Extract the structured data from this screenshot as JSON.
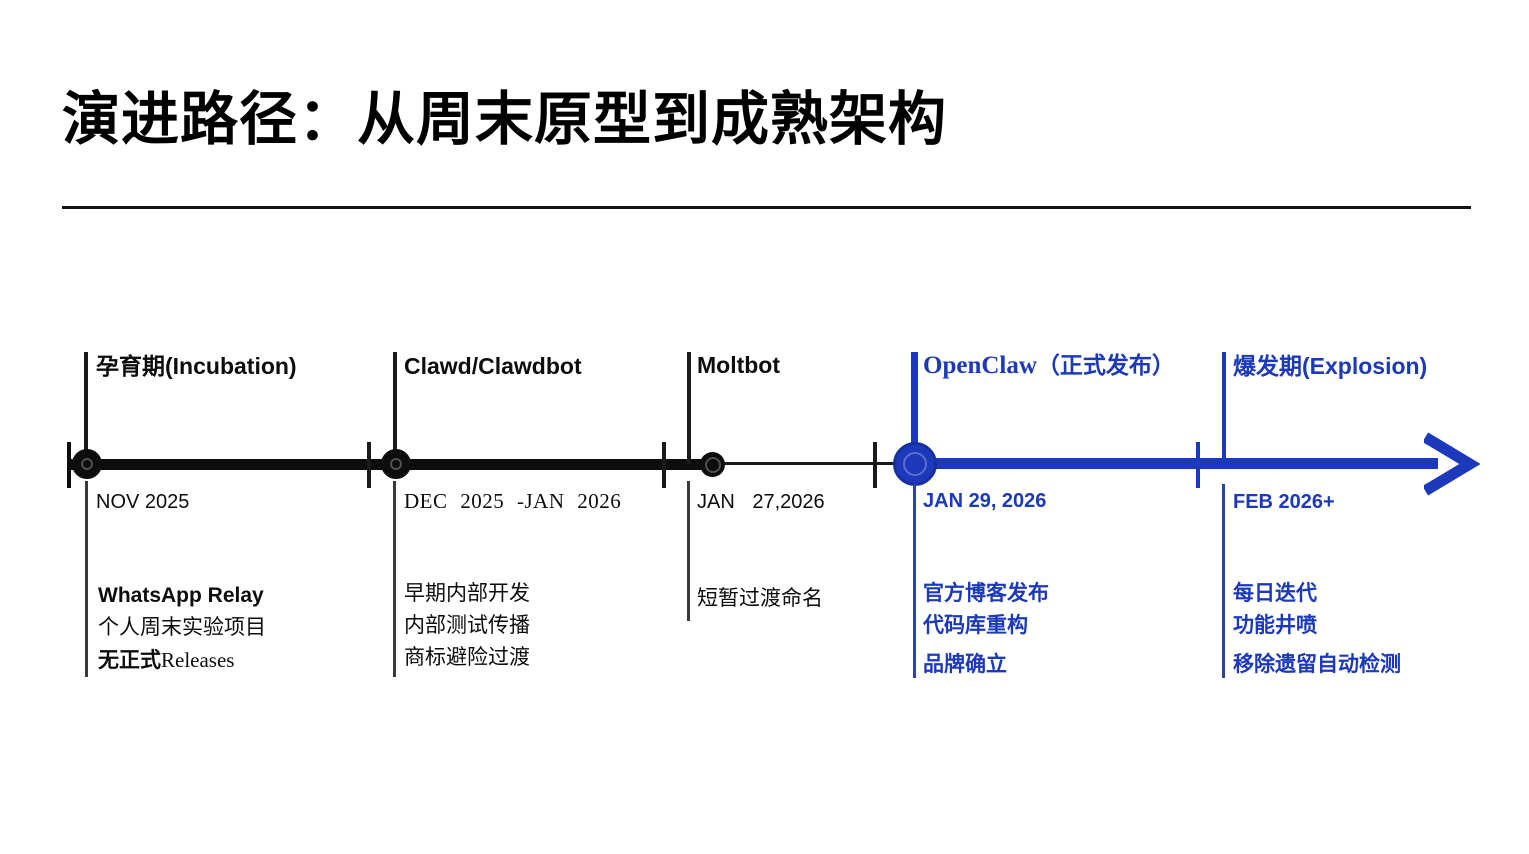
{
  "slide": {
    "title": "演进路径：从周末原型到成熟架构"
  },
  "timeline": {
    "accent_black": "#0d0d0d",
    "accent_blue": "#1c39bb",
    "arrow_label": "timeline-arrow",
    "phases": [
      {
        "id": "incubation",
        "title": "孕育期(Incubation)",
        "date": "NOV 2025",
        "desc_lines": [
          "WhatsApp Relay",
          "个人周末实验项目",
          "无正式",
          "Releases"
        ],
        "color": "#0d0d0d"
      },
      {
        "id": "clawd-clawdbot",
        "title": "Clawd/Clawdbot",
        "date": "DEC  2025  -JAN  2026",
        "desc_lines": [
          "早期内部开发",
          "内部测试传播",
          "商标避险过渡"
        ],
        "color": "#0d0d0d"
      },
      {
        "id": "moltbot",
        "title": "Moltbot",
        "date": "JAN    27,2026",
        "desc_lines": [
          "短暂过渡命名"
        ],
        "color": "#0d0d0d"
      },
      {
        "id": "openclaw",
        "title_lead": "OpenClaw",
        "title_cjk": "（正式发布）",
        "date": "JAN  29, 2026",
        "desc_lines": [
          "官方博客发布",
          "代码库重构",
          "品牌确立"
        ],
        "color": "#1c39bb"
      },
      {
        "id": "explosion",
        "title": "爆发期(Explosion)",
        "date": "FEB 2026+",
        "desc_lines": [
          "每日迭代",
          "功能井喷",
          "移除遗留自动检测"
        ],
        "color": "#1c39bb"
      }
    ]
  }
}
